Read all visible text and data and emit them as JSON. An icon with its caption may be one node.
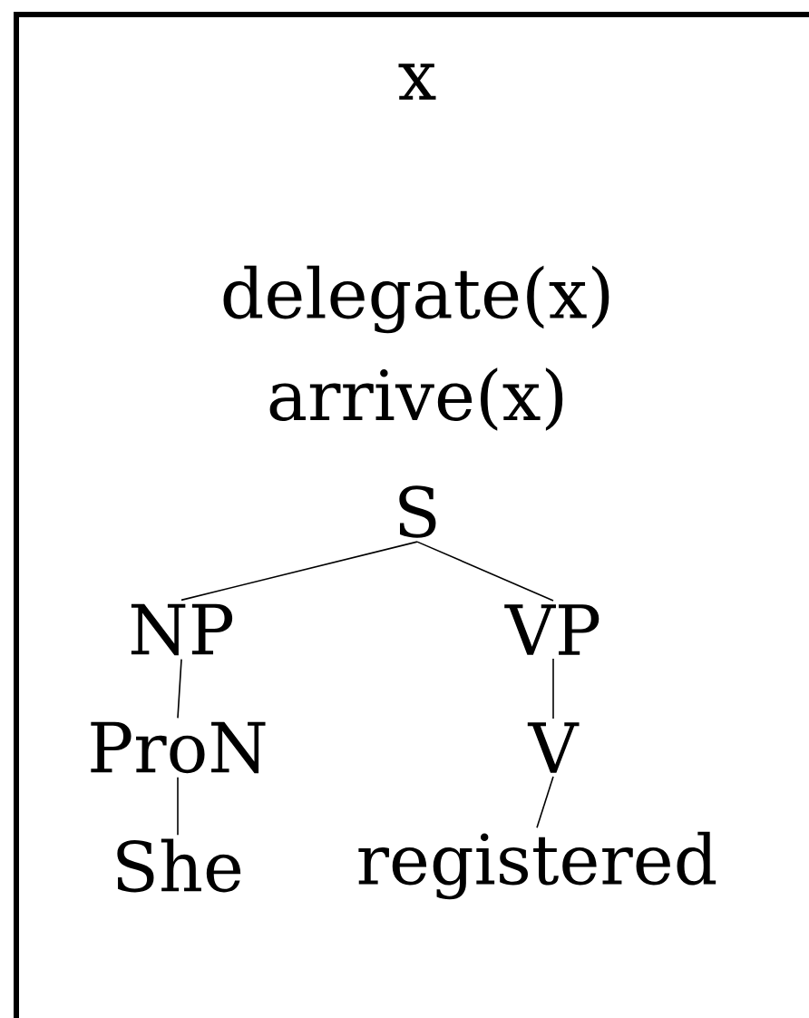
{
  "diagram": {
    "nodes": [
      {
        "text": [
          "x",
          "delegate(x)",
          "arrive(x)"
        ]
      },
      {
        "text": [
          "S"
        ],
        "in": 0
      },
      {
        "text": [
          "NP"
        ],
        "in": 0
      },
      {
        "text": [
          "VP"
        ],
        "in": 0
      },
      {
        "text": [
          "ProN"
        ],
        "in": 0
      },
      {
        "text": [
          "V"
        ],
        "in": 0
      },
      {
        "text": [
          "She"
        ],
        "in": 0
      },
      {
        "text": [
          "registered"
        ],
        "in": 0
      }
    ],
    "edges": [
      {
        "from": 1,
        "to": 2,
        "arrow": "none"
      },
      {
        "from": 1,
        "to": 3,
        "arrow": "none"
      },
      {
        "from": 2,
        "to": 4,
        "arrow": "none"
      },
      {
        "from": 3,
        "to": 5,
        "arrow": "none"
      },
      {
        "from": 4,
        "to": 6,
        "arrow": "none"
      },
      {
        "from": 5,
        "to": 7,
        "arrow": "none"
      }
    ]
  }
}
